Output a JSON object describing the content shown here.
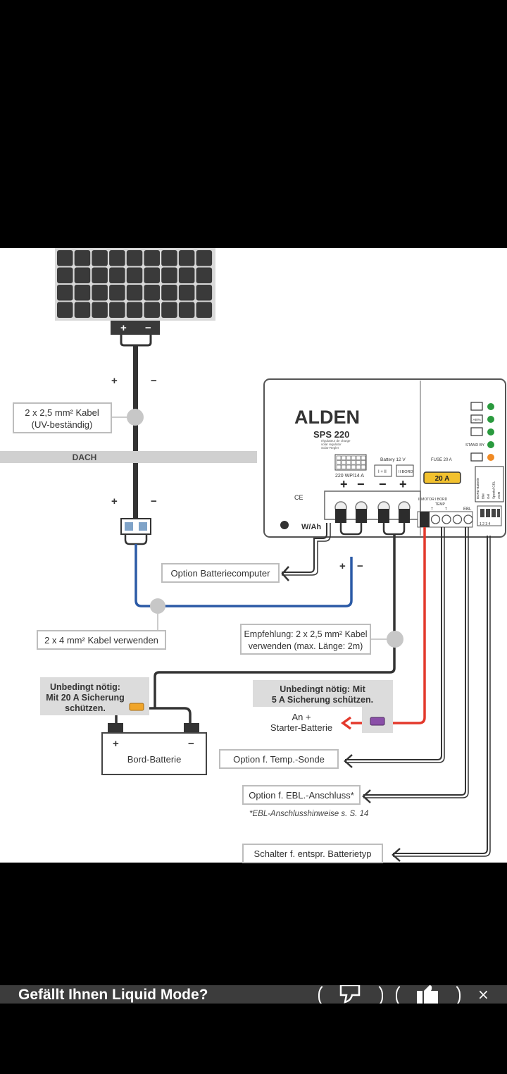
{
  "diagram": {
    "device": {
      "brand": "ALDEN",
      "model": "SPS 220",
      "subtitle_lines": [
        "régulateur de charge",
        "solar regulator",
        "Solar-Regler"
      ],
      "panel_rating": "220 WP/14 A",
      "battery_header": "Battery 12 V",
      "battery_1": "I + II",
      "battery_2": "II BORD",
      "fuse_header": "FUSE 20 A",
      "fuse_value": "20 A",
      "led_labels": [
        "",
        ">80%",
        "",
        "STAND BY",
        ""
      ],
      "side_labels": [
        "BORD-Batterie",
        "Blei",
        "Gel",
        "Spezial-GEL",
        "AGM"
      ],
      "terminal_labels": [
        "II MOTOR",
        "I BORD",
        "TEMP",
        "EBL"
      ],
      "t_labels": [
        "T",
        "T"
      ],
      "ce": "CE",
      "wah": "W/Ah",
      "dip_numbers": "1 2 3 4"
    },
    "labels": {
      "cable_top": [
        "2 x  2,5 mm² Kabel",
        "(UV-beständig)"
      ],
      "roof": "DACH",
      "option_computer": "Option Batteriecomputer",
      "cable_4mm": "2 x  4 mm² Kabel verwenden",
      "recommend": [
        "Empfehlung: 2 x  2,5 mm² Kabel",
        "verwenden (max. Länge: 2m)"
      ],
      "fuse20": [
        "Unbedingt nötig:",
        "Mit 20 A Sicherung",
        "schützen."
      ],
      "fuse5": [
        "Unbedingt nötig: Mit",
        "5 A Sicherung schützen."
      ],
      "starter": [
        "An +",
        "Starter-Batterie"
      ],
      "bord_battery": "Bord-Batterie",
      "temp": "Option f. Temp.-Sonde",
      "ebl": "Option f. EBL.-Anschluss*",
      "ebl_note": "*EBL-Anschlusshinweise s. S. 14",
      "switch": "Schalter f. entspr. Batterietyp",
      "plus": "+",
      "minus": "−"
    },
    "colors": {
      "cable_dark": "#333333",
      "cable_blue": "#2b5aa6",
      "cable_red": "#e3392c",
      "fuse_orange": "#f0a52a",
      "fuse_purple": "#8a4fa8",
      "led_green": "#2a9a3e",
      "led_orange": "#f08a24",
      "label_grey": "#dcdcdc"
    }
  },
  "feedback_bar": {
    "question": "Gefällt Ihnen Liquid Mode?",
    "thumbs_down_icon": "thumbs-down-icon",
    "thumbs_up_icon": "thumbs-up-icon",
    "close_icon": "close-icon",
    "close_glyph": "×"
  }
}
